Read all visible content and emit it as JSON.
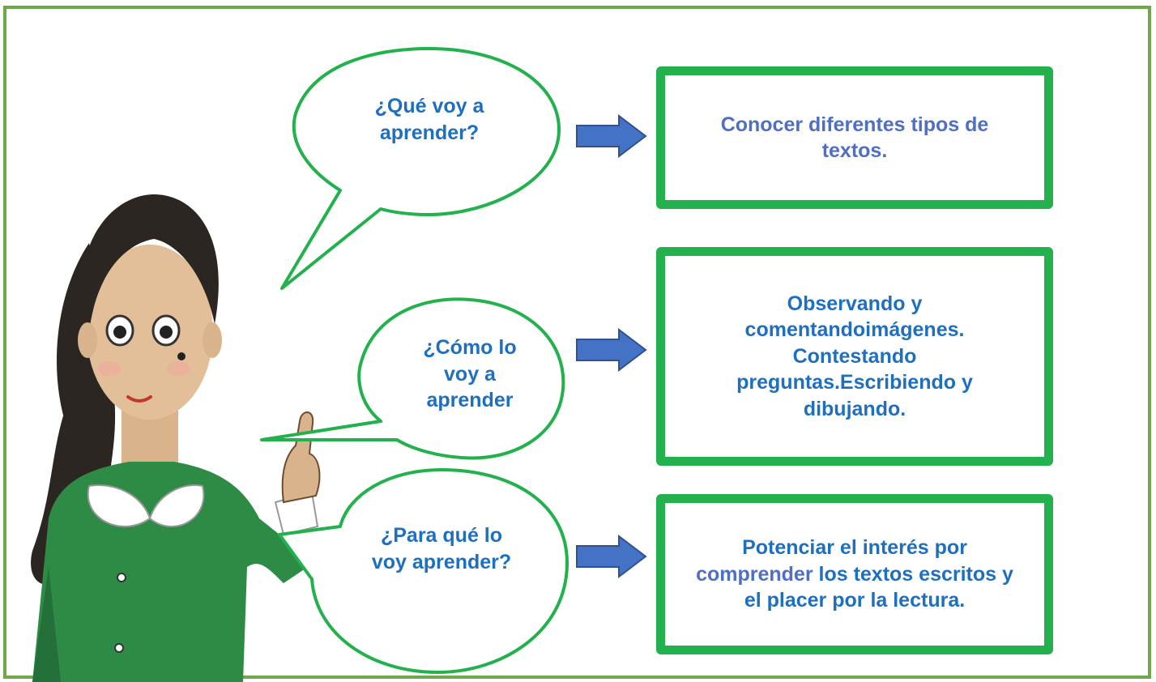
{
  "diagram": {
    "questions": [
      {
        "id": "que",
        "text": "¿Qué voy a aprender?"
      },
      {
        "id": "como",
        "text": "¿Cómo lo voy a aprender"
      },
      {
        "id": "para",
        "text": "¿Para qué lo voy aprender?"
      }
    ],
    "answers": [
      {
        "id": "que",
        "text": "Conocer diferentes tipos de textos."
      },
      {
        "id": "como",
        "text": "Observando y comentandoimágenes. Contestando preguntas.Escribiendo y dibujando."
      },
      {
        "id": "para",
        "text_before": "Potenciar el interés por",
        "text_accent": "comprender",
        "text_after": "los textos escritos y el placer por la lectura."
      }
    ],
    "colors": {
      "frame": "#6fa84a",
      "box_border": "#22b14c",
      "bubble_border": "#22b14c",
      "text": "#1f6fbf",
      "text_accent": "#4f6fc4",
      "arrow_fill": "#4472c4",
      "arrow_border": "#2f528f",
      "dress": "#2e8b45"
    },
    "illustration": "teacher-pointing"
  }
}
